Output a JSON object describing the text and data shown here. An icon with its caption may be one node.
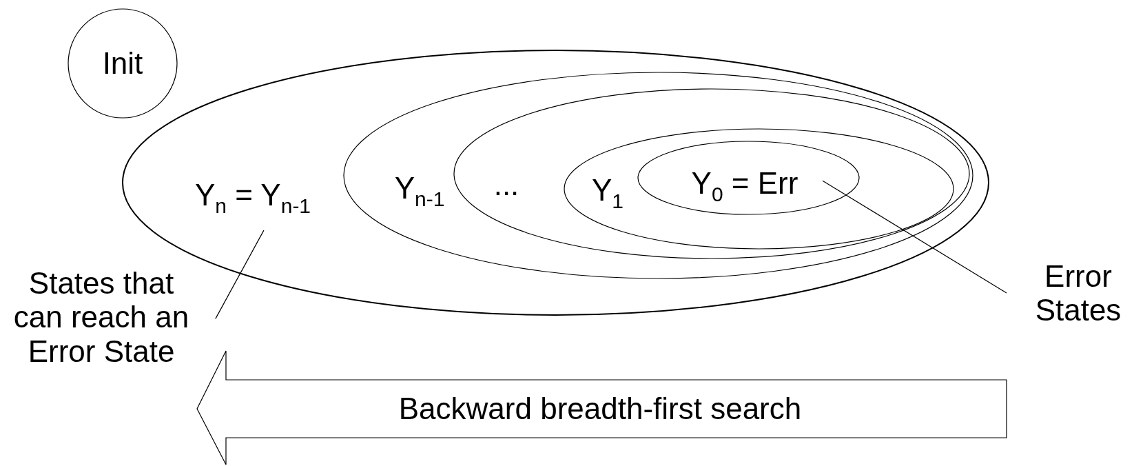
{
  "diagram": {
    "nodes": [
      {
        "text": [
          "Init"
        ]
      },
      {
        "text": [
          "Y$_{n}$ = Y$_{n-1}$"
        ]
      },
      {
        "text": [
          "Y$_{n-1}$"
        ],
        "in": 1
      },
      {
        "text": [
          "..."
        ],
        "in": 2
      },
      {
        "text": [
          "Y$_{1}$"
        ],
        "in": 3
      },
      {
        "text": [
          "Y$_{0}$ = Err"
        ],
        "in": 4
      },
      {
        "text": [
          "Error States"
        ]
      },
      {
        "text": [
          "States that can reach an Error State"
        ]
      },
      {
        "text": [
          "Backward breadth-first search"
        ]
      }
    ],
    "edges": [
      {
        "from": 6,
        "to": 5,
        "arrow": "none"
      },
      {
        "from": 7,
        "to": 1,
        "arrow": "none"
      }
    ]
  }
}
